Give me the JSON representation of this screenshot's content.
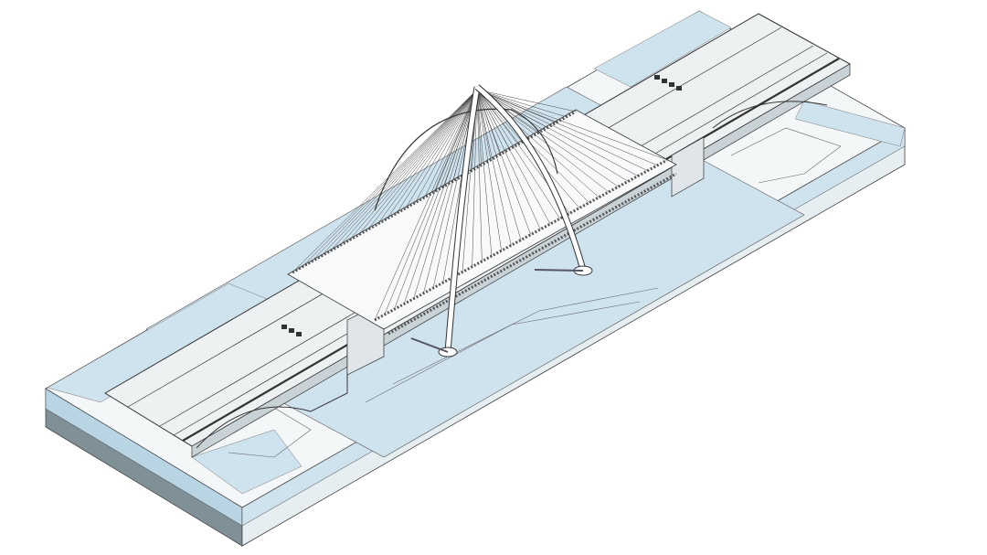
{
  "colors": {
    "background": "#ffffff",
    "water": "#cfe3ee",
    "water_dark": "#b9d5e4",
    "land": "#f4f7f8",
    "side_face_left": "#8a9aa0",
    "side_face_right": "#dfe9ee",
    "deck": "#eef1f2",
    "line": "#3a3a3a",
    "structure": "#ffffff"
  },
  "icons": [
    "bridge-model",
    "arch",
    "cable-fan",
    "vehicles"
  ]
}
